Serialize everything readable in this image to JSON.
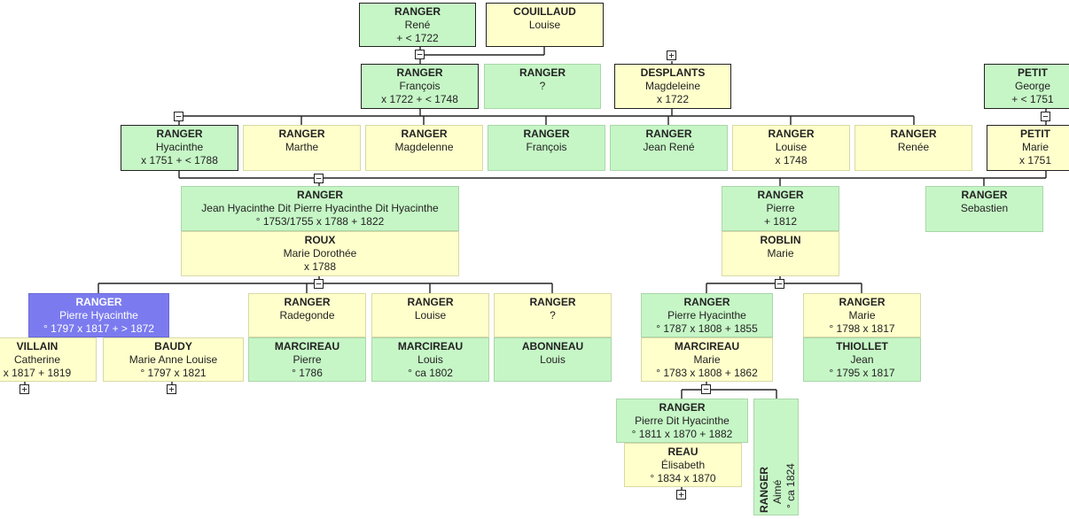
{
  "boxes": {
    "rene": {
      "name": "RANGER",
      "given": "René",
      "info": "+ < 1722"
    },
    "louise_couillaud": {
      "name": "COUILLAUD",
      "given": "Louise",
      "info": ""
    },
    "francois_1722": {
      "name": "RANGER",
      "given": "François",
      "info": "x 1722   + < 1748"
    },
    "ranger_unknown_1": {
      "name": "RANGER",
      "given": "?",
      "info": ""
    },
    "magdeleine_desplants": {
      "name": "DESPLANTS",
      "given": "Magdeleine",
      "info": "x 1722"
    },
    "george_petit": {
      "name": "PETIT",
      "given": "George",
      "info": "+ < 1751"
    },
    "hyacinthe": {
      "name": "RANGER",
      "given": "Hyacinthe",
      "info": "x 1751   + < 1788"
    },
    "marthe": {
      "name": "RANGER",
      "given": "Marthe",
      "info": ""
    },
    "magdelenne": {
      "name": "RANGER",
      "given": "Magdelenne",
      "info": ""
    },
    "francois_sib": {
      "name": "RANGER",
      "given": "François",
      "info": ""
    },
    "jean_rene": {
      "name": "RANGER",
      "given": "Jean René",
      "info": ""
    },
    "louise_1748": {
      "name": "RANGER",
      "given": "Louise",
      "info": "x 1748"
    },
    "renee": {
      "name": "RANGER",
      "given": "Renée",
      "info": ""
    },
    "marie_petit": {
      "name": "PETIT",
      "given": "Marie",
      "info": "x 1751"
    },
    "jean_hyacinthe": {
      "name": "RANGER",
      "given": "Jean Hyacinthe Dit Pierre Hyacinthe Dit Hyacinthe",
      "info": "° 1753/1755   x 1788   + 1822"
    },
    "marie_dorothee": {
      "name": "ROUX",
      "given": "Marie Dorothée",
      "info": "x 1788"
    },
    "pierre_1812": {
      "name": "RANGER",
      "given": "Pierre",
      "info": "+ 1812"
    },
    "marie_roblin": {
      "name": "ROBLIN",
      "given": "Marie",
      "info": ""
    },
    "sebastien": {
      "name": "RANGER",
      "given": "Sebastien",
      "info": ""
    },
    "pierre_hyacinthe_1797": {
      "name": "RANGER",
      "given": "Pierre Hyacinthe",
      "info": "° 1797   x 1817   + > 1872"
    },
    "catherine_villain": {
      "name": "VILLAIN",
      "given": "Catherine",
      "info": "x 1817   + 1819"
    },
    "marie_anne_louise": {
      "name": "BAUDY",
      "given": "Marie Anne Louise",
      "info": "° 1797   x 1821"
    },
    "radegonde": {
      "name": "RANGER",
      "given": "Radegonde",
      "info": ""
    },
    "pierre_marcireau": {
      "name": "MARCIREAU",
      "given": "Pierre",
      "info": "° 1786"
    },
    "louise_ranger": {
      "name": "RANGER",
      "given": "Louise",
      "info": ""
    },
    "louis_marcireau": {
      "name": "MARCIREAU",
      "given": "Louis",
      "info": "° ca 1802"
    },
    "ranger_unknown_2": {
      "name": "RANGER",
      "given": "?",
      "info": ""
    },
    "louis_abonneau": {
      "name": "ABONNEAU",
      "given": "Louis",
      "info": ""
    },
    "pierre_hyacinthe_1787": {
      "name": "RANGER",
      "given": "Pierre Hyacinthe",
      "info": "° 1787   x 1808   + 1855"
    },
    "marie_marcireau": {
      "name": "MARCIREAU",
      "given": "Marie",
      "info": "° 1783   x 1808   + 1862"
    },
    "marie_1798": {
      "name": "RANGER",
      "given": "Marie",
      "info": "° 1798   x 1817"
    },
    "jean_thiollet": {
      "name": "THIOLLET",
      "given": "Jean",
      "info": "° 1795   x 1817"
    },
    "pierre_dit_hyacinthe": {
      "name": "RANGER",
      "given": "Pierre Dit Hyacinthe",
      "info": "° 1811   x 1870   + 1882"
    },
    "elisabeth_reau": {
      "name": "REAU",
      "given": "Élisabeth",
      "info": "° 1834   x 1870"
    },
    "aime": {
      "name": "RANGER",
      "given": "Aimé",
      "info": "° ca 1824"
    }
  },
  "toggles": {
    "minus": "−",
    "plus": "+"
  },
  "colors": {
    "male": "#c6f6c6",
    "female": "#ffffcc",
    "selected": "#7b7bef",
    "lines": "#222222"
  }
}
